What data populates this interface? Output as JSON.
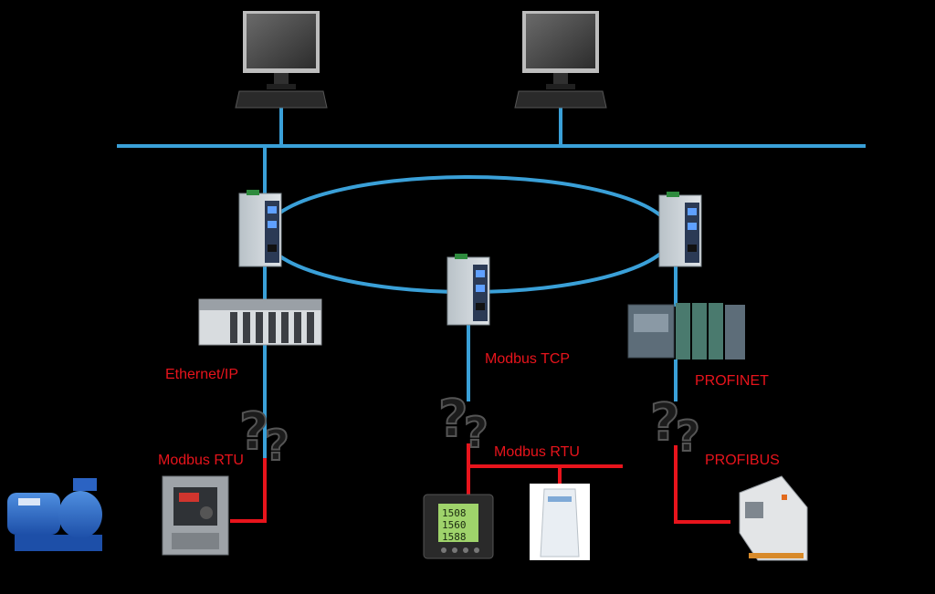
{
  "colors": {
    "background": "#000000",
    "ethernet_line": "#3aa0d8",
    "serial_line": "#e8141c",
    "label_text": "#e8141c"
  },
  "protocols": {
    "ethernet_ip": "Ethernet/IP",
    "modbus_tcp": "Modbus TCP",
    "profinet": "PROFINET",
    "modbus_rtu_left": "Modbus RTU",
    "modbus_rtu_center": "Modbus RTU",
    "profibus": "PROFIBUS"
  },
  "devices": {
    "workstations": [
      "computer-icon",
      "computer-icon"
    ],
    "switches": [
      "industrial-switch-icon",
      "industrial-switch-icon",
      "industrial-switch-icon"
    ],
    "controllers": [
      "rockwell-plc-icon",
      "siemens-plc-icon"
    ],
    "field_devices": [
      "pump-icon",
      "vfd-drive-icon",
      "power-meter-icon",
      "ups-icon",
      "io-coupler-icon"
    ],
    "power_meter_readings": [
      "1508",
      "1560",
      "1588"
    ],
    "gateway_symbols": [
      "question-icon",
      "question-icon",
      "question-icon"
    ]
  }
}
